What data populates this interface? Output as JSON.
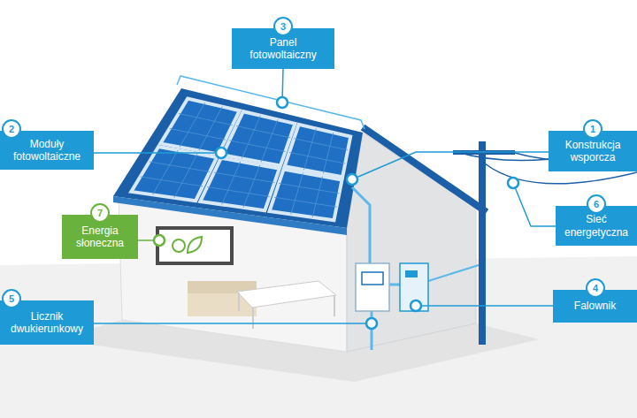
{
  "diagram": {
    "nodes": [
      {
        "text": [
          "3",
          "Panel fotowoltaiczny"
        ]
      },
      {
        "text": [
          "2",
          "Moduły fotowoltaiczne"
        ]
      },
      {
        "text": [
          "1",
          "Konstrukcja wsporcza"
        ]
      },
      {
        "text": [
          "6",
          "Sieć energetyczna"
        ]
      },
      {
        "text": [
          "7",
          "Energia słoneczna"
        ]
      },
      {
        "text": [
          "4",
          "Falownik"
        ]
      },
      {
        "text": [
          "5",
          "Licznik dwukierunkowy"
        ]
      }
    ]
  }
}
